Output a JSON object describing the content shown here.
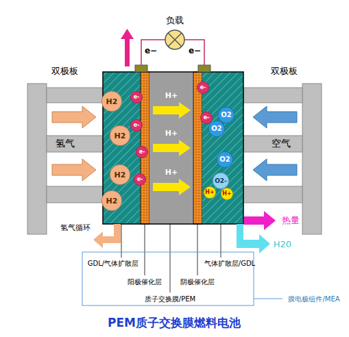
{
  "diagram": {
    "title": "PEM质子交换膜燃料电池",
    "nodes": [
      {
        "text": [
          "H2"
        ]
      },
      {
        "text": [
          "H2"
        ]
      },
      {
        "text": [
          "H2"
        ]
      },
      {
        "text": [
          "H2"
        ]
      },
      {
        "text": [
          "e-"
        ]
      },
      {
        "text": [
          "e-"
        ]
      },
      {
        "text": [
          "e-"
        ]
      },
      {
        "text": [
          "e-"
        ]
      },
      {
        "text": [
          "H+"
        ]
      },
      {
        "text": [
          "H+"
        ]
      },
      {
        "text": [
          "H+"
        ]
      },
      {
        "text": [
          "e-"
        ]
      },
      {
        "text": [
          "O2"
        ]
      },
      {
        "text": [
          "e-"
        ]
      },
      {
        "text": [
          "O2"
        ]
      },
      {
        "text": [
          "O2"
        ]
      },
      {
        "text": [
          "O2-"
        ]
      },
      {
        "text": [
          "H+"
        ]
      },
      {
        "text": [
          "H+"
        ]
      }
    ],
    "labels": [
      "负载",
      "e−",
      "e−",
      "双极板",
      "双极板",
      "氢气",
      "空气",
      "氢气循环",
      "热量",
      "H20",
      "GDL/气体扩散层",
      "气体扩散层/GDL",
      "阳极催化层",
      "阴极催化层",
      "质子交换膜/PEM",
      "膜电极组件/MEA"
    ]
  }
}
